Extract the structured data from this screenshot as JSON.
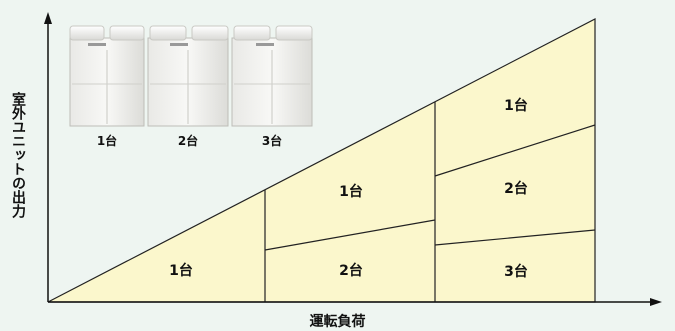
{
  "y_axis_label": "室外ユニットの出力",
  "x_axis_label": "運転負荷",
  "unit_captions": [
    "1台",
    "2台",
    "3台"
  ],
  "regions": {
    "stage1": [
      "1台"
    ],
    "stage2": [
      "1台",
      "2台"
    ],
    "stage3": [
      "1台",
      "2台",
      "3台"
    ]
  },
  "colors": {
    "background": "#eef5f1",
    "fill": "#fbf7cc",
    "line": "#111111"
  }
}
